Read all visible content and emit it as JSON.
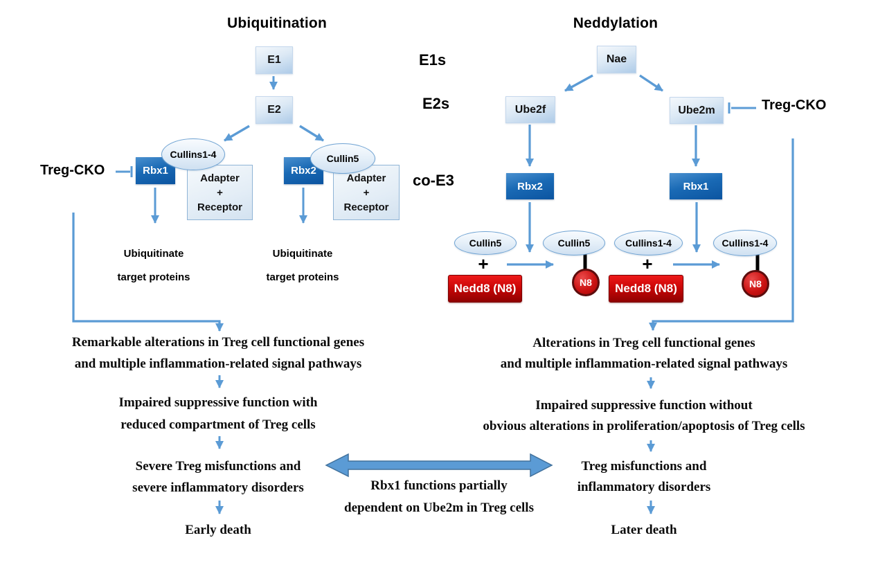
{
  "colors": {
    "arrow_blue": "#5b9bd5",
    "arrow_outline": "#41719c",
    "dark_box_blue": "#0d57a0",
    "light_box_blue": "#cfe0f1",
    "red_box": "#c00000",
    "n8_red": "#b50f0f",
    "connector_black": "#000000"
  },
  "ubiquitination": {
    "title": "Ubiquitination",
    "e1_label": "E1",
    "e2_label": "E2",
    "treg_cko_label": "Treg-CKO",
    "branch_left": {
      "rbx_label": "Rbx1",
      "cullin_label": "Cullins1-4",
      "adapter_top": "Adapter",
      "adapter_plus": "+",
      "adapter_bottom": "Receptor",
      "outcome_line1": "Ubiquitinate",
      "outcome_line2": "target proteins"
    },
    "branch_right": {
      "rbx_label": "Rbx2",
      "cullin_label": "Cullin5",
      "adapter_top": "Adapter",
      "adapter_plus": "+",
      "adapter_bottom": "Receptor",
      "outcome_line1": "Ubiquitinate",
      "outcome_line2": "target proteins"
    }
  },
  "tier_labels": {
    "e1s": "E1s",
    "e2s": "E2s",
    "co_e3": "co-E3"
  },
  "neddylation": {
    "title": "Neddylation",
    "nae_label": "Nae",
    "ube2f_label": "Ube2f",
    "ube2m_label": "Ube2m",
    "treg_cko_label": "Treg-CKO",
    "rbx2_label": "Rbx2",
    "rbx1_label": "Rbx1",
    "reaction_cullin5": {
      "substrate": "Cullin5",
      "plus": "+",
      "nedd8": "Nedd8 (N8)",
      "product": "Cullin5",
      "n8": "N8"
    },
    "reaction_cullins14": {
      "substrate": "Cullins1-4",
      "plus": "+",
      "nedd8": "Nedd8 (N8)",
      "product": "Cullins1-4",
      "n8": "N8"
    }
  },
  "outcome_left": {
    "alterations_line1": "Remarkable alterations in Treg cell functional genes",
    "alterations_line2": "and multiple inflammation-related signal pathways",
    "impaired_line1": "Impaired suppressive function with",
    "impaired_line2": "reduced compartment of Treg cells",
    "misfunction_line1": "Severe Treg misfunctions and",
    "misfunction_line2": "severe inflammatory disorders",
    "death": "Early death"
  },
  "outcome_right": {
    "alterations_line1": "Alterations in Treg cell functional genes",
    "alterations_line2": "and multiple inflammation-related signal pathways",
    "impaired_line1": "Impaired suppressive function without",
    "impaired_line2": "obvious alterations in proliferation/apoptosis of Treg cells",
    "misfunction_line1": "Treg misfunctions and",
    "misfunction_line2": "inflammatory disorders",
    "death": "Later death"
  },
  "comparison_note": {
    "line1": "Rbx1 functions partially",
    "line2": "dependent on Ube2m in Treg cells"
  }
}
